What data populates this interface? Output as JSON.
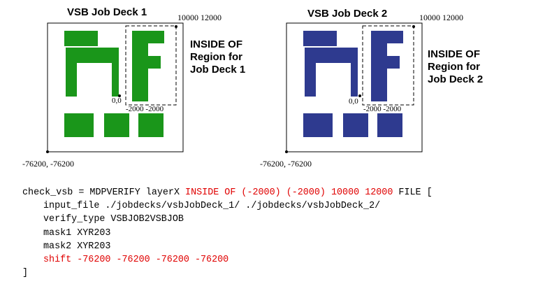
{
  "colors": {
    "deck1": "#1a961a",
    "deck2": "#2e3a8f",
    "highlight": "#e00000"
  },
  "deck1": {
    "title": "VSB Job Deck 1",
    "corner_top_right": "10000 12000",
    "corner_bottom_left": "-76200, -76200",
    "origin": "0,0",
    "region_low": "-2000 -2000",
    "region_label": [
      "INSIDE OF",
      "Region for",
      "Job Deck 1"
    ]
  },
  "deck2": {
    "title": "VSB Job Deck 2",
    "corner_top_right": "10000 12000",
    "corner_bottom_left": "-76200, -76200",
    "origin": "0,0",
    "region_low": "-2000 -2000",
    "region_label": [
      "INSIDE OF",
      "Region for",
      "Job Deck 2"
    ]
  },
  "code": {
    "l1_pre": "check_vsb = MDPVERIFY layerX ",
    "l1_red": "INSIDE OF (-2000) (-2000) 10000 12000",
    "l1_post": " FILE [",
    "l2": "input_file ./jobdecks/vsbJobDeck_1/ ./jobdecks/vsbJobDeck_2/",
    "l3": "verify_type VSBJOB2VSBJOB",
    "l4": "mask1 XYR203",
    "l5": "mask2 XYR203",
    "l6_red": "shift -76200 -76200 -76200 -76200",
    "l7": "]"
  }
}
